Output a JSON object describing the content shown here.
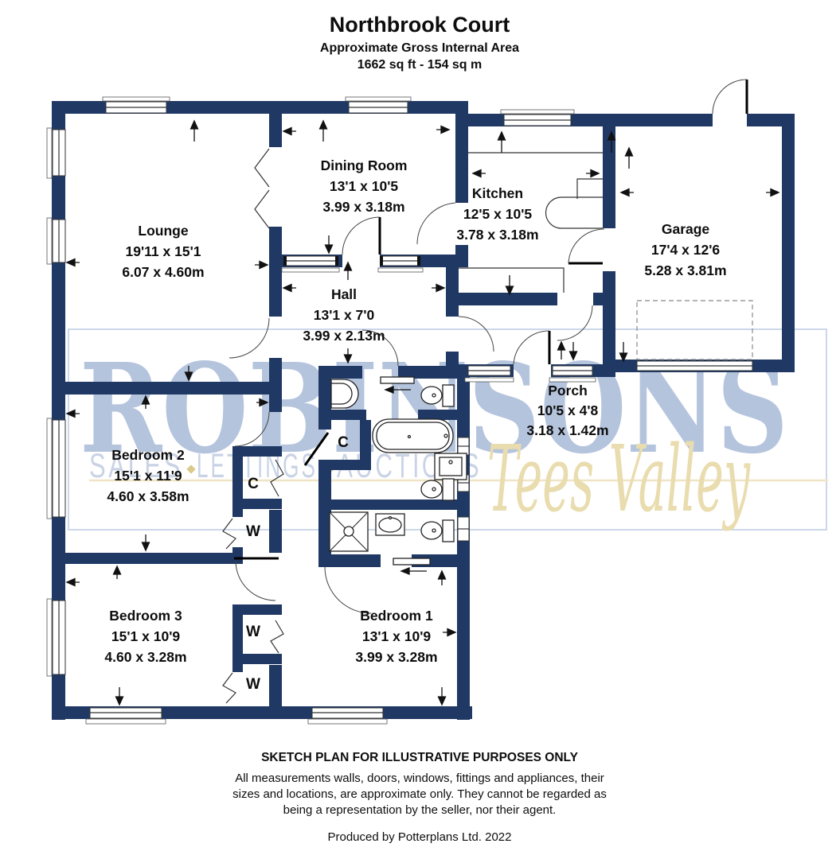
{
  "header": {
    "title": "Northbrook Court",
    "subtitle": "Approximate Gross Internal Area",
    "area": "1662 sq ft - 154 sq m"
  },
  "rooms": {
    "lounge": {
      "name": "Lounge",
      "imperial": "19'11 x 15'1",
      "metric": "6.07 x 4.60m"
    },
    "dining_room": {
      "name": "Dining Room",
      "imperial": "13'1 x 10'5",
      "metric": "3.99 x 3.18m"
    },
    "kitchen": {
      "name": "Kitchen",
      "imperial": "12'5 x 10'5",
      "metric": "3.78 x 3.18m"
    },
    "garage": {
      "name": "Garage",
      "imperial": "17'4 x 12'6",
      "metric": "5.28 x 3.81m"
    },
    "hall": {
      "name": "Hall",
      "imperial": "13'1 x 7'0",
      "metric": "3.99 x 2.13m"
    },
    "porch": {
      "name": "Porch",
      "imperial": "10'5 x 4'8",
      "metric": "3.18 x 1.42m"
    },
    "bedroom_1": {
      "name": "Bedroom 1",
      "imperial": "13'1 x 10'9",
      "metric": "3.99 x 3.28m"
    },
    "bedroom_2": {
      "name": "Bedroom 2",
      "imperial": "15'1 x 11'9",
      "metric": "4.60 x 3.58m"
    },
    "bedroom_3": {
      "name": "Bedroom 3",
      "imperial": "15'1 x 10'9",
      "metric": "4.60 x 3.28m"
    }
  },
  "labels": {
    "closet": "C",
    "wardrobe": "W"
  },
  "watermark": {
    "brand": "ROBINSONS",
    "words": [
      "SALES",
      "LETTINGS",
      "AUCTIONS"
    ],
    "region": "Tees Valley"
  },
  "footer": {
    "heading": "SKETCH PLAN FOR ILLUSTRATIVE PURPOSES ONLY",
    "disclaimer_lines": [
      "All measurements walls, doors, windows, fittings and appliances, their",
      "sizes and locations, are approximate only. They cannot be regarded as",
      "being a representation by the seller, nor their agent."
    ],
    "credit": "Produced by Potterplans Ltd. 2022"
  },
  "colors": {
    "wall": "#1f3864",
    "watermark_blue": "#b5c4dd",
    "watermark_blue_light": "#c9d3e5",
    "watermark_cream": "#e9dcae",
    "watermark_box_blue": "#ccd8ea",
    "watermark_box_cream": "#efe5c4"
  }
}
